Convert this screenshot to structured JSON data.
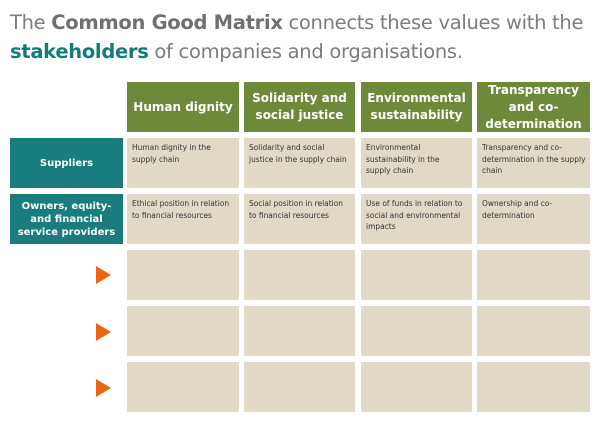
{
  "heading": {
    "part1": "The ",
    "bold1": "Common Good Matrix",
    "part2": " connects these values with the",
    "bold2": "stakeholders",
    "part3": " of companies and organisations."
  },
  "columns": [
    "Human dignity",
    "Solidarity and social justice",
    "Environmental sustainability",
    "Transparency and co-determination"
  ],
  "rows": [
    {
      "label": "Suppliers",
      "cells": [
        "Human dignity in the supply chain",
        "Solidarity and social justice in the supply chain",
        "Environmental sustainability in the supply chain",
        "Transparency and co-determination in the supply chain"
      ]
    },
    {
      "label": "Owners, equity- and financial service providers",
      "cells": [
        "Ethical position in relation to financial resources",
        "Social position in relation to financial resources",
        "Use of funds in relation to social and environmental impacts",
        "Ownership and co-determination"
      ]
    }
  ],
  "arrow_color": "#e86716",
  "header_color": "#6c8a3a",
  "row_header_color": "#187d7c",
  "cell_color": "#dfd9c5"
}
